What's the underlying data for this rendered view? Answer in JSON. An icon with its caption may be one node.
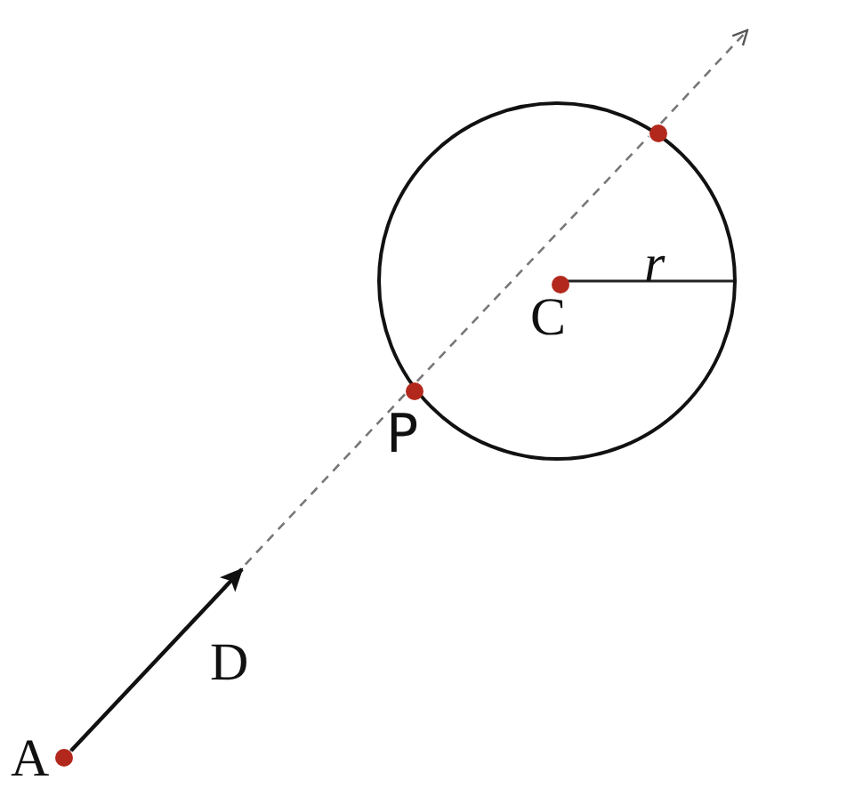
{
  "diagram": {
    "nodes": [
      {
        "text": [
          "A"
        ]
      },
      {
        "text": [],
        "shape": "circle"
      },
      {
        "text": [
          "P"
        ],
        "in": 1
      },
      {
        "text": [],
        "shape": "circle",
        "in": 1
      },
      {
        "text": [
          "C"
        ],
        "in": 1
      }
    ],
    "edges": [
      {
        "from": 0,
        "to": 2,
        "arrow": "none",
        "style": "dashed"
      },
      {
        "from": 2,
        "to": 3,
        "arrow": "none",
        "style": "dashed"
      },
      {
        "from": 3,
        "to": null,
        "arrow": "to",
        "style": "dashed"
      },
      {
        "from": 4,
        "to": 1,
        "arrow": "none",
        "label": "r"
      }
    ],
    "labels": [
      "D"
    ]
  }
}
